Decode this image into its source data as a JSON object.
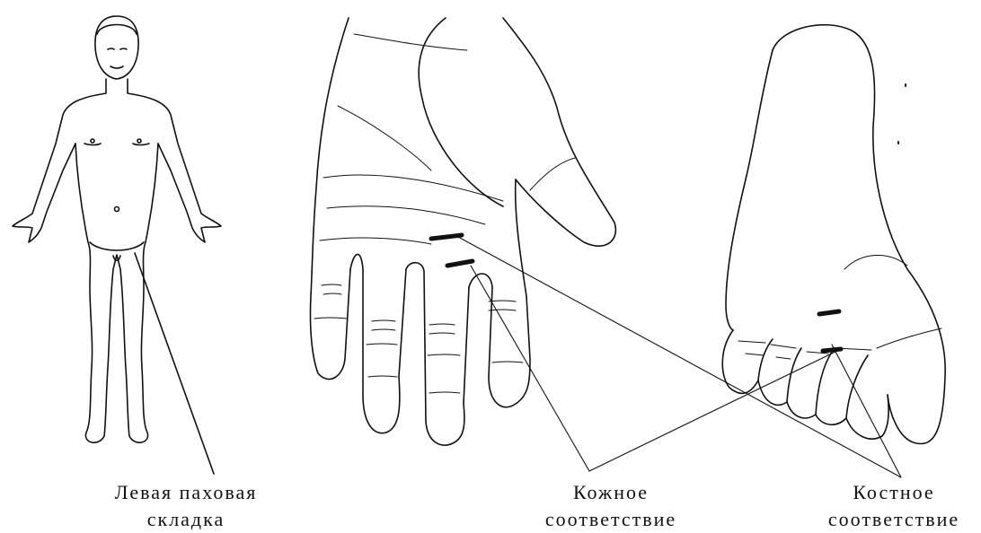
{
  "labels": {
    "groin": {
      "line1": "Левая паховая",
      "line2": "складка"
    },
    "skin": {
      "line1": "Кожное",
      "line2": "соответствие"
    },
    "bone": {
      "line1": "Костное",
      "line2": "соответствие"
    }
  },
  "colors": {
    "ink": "#111111",
    "background": "#ffffff"
  }
}
